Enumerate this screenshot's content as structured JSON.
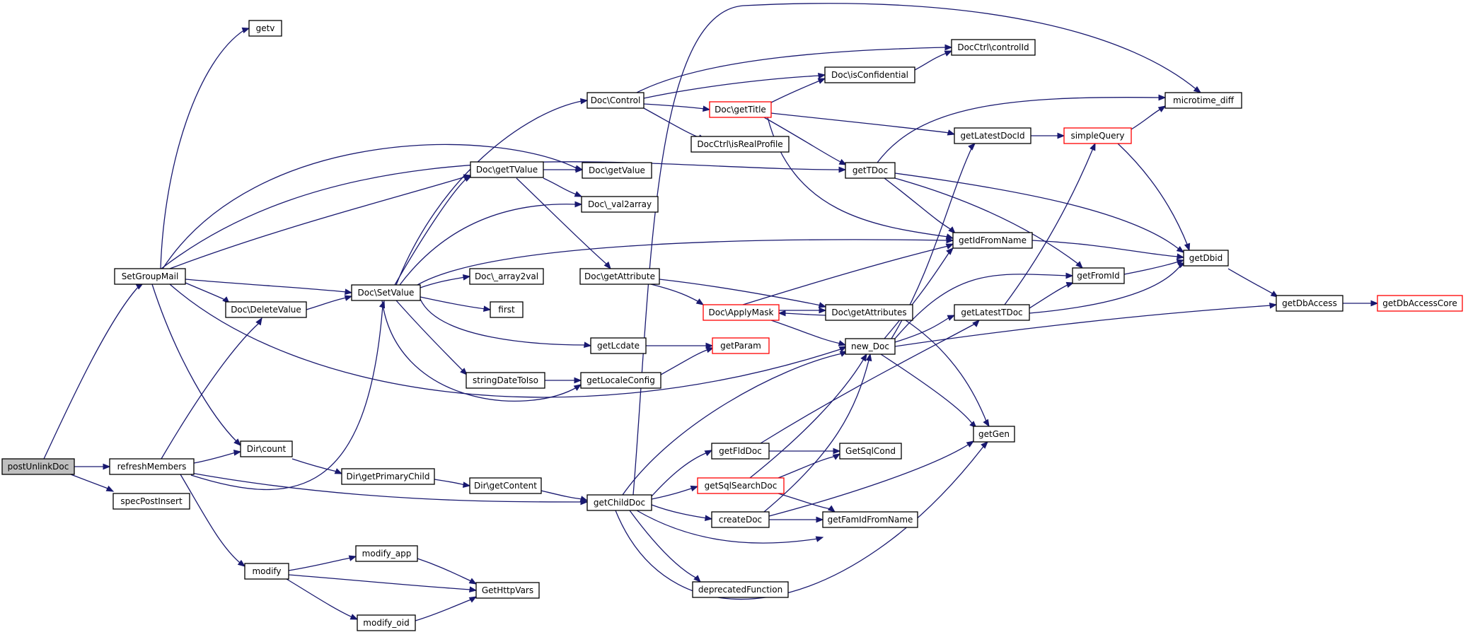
{
  "colors": {
    "edge": "#191970",
    "node_border": "#000000",
    "node_border_highlight": "#ff0000",
    "root_fill": "#bfbfbf",
    "node_fill": "#ffffff"
  },
  "nodes": [
    {
      "id": "postUnlinkDoc",
      "label": "postUnlinkDoc",
      "root": true
    },
    {
      "id": "SetGroupMail",
      "label": "SetGroupMail"
    },
    {
      "id": "refreshMembers",
      "label": "refreshMembers"
    },
    {
      "id": "specPostInsert",
      "label": "specPostInsert"
    },
    {
      "id": "getv",
      "label": "getv"
    },
    {
      "id": "DocDeleteValue",
      "label": "Doc\\DeleteValue"
    },
    {
      "id": "DirCount",
      "label": "Dir\\count"
    },
    {
      "id": "modify",
      "label": "modify"
    },
    {
      "id": "DocSetValue",
      "label": "Doc\\SetValue"
    },
    {
      "id": "DirGetPrimaryChild",
      "label": "Dir\\getPrimaryChild"
    },
    {
      "id": "modifyApp",
      "label": "modify_app"
    },
    {
      "id": "modifyOid",
      "label": "modify_oid"
    },
    {
      "id": "DocGetTValue",
      "label": "Doc\\getTValue"
    },
    {
      "id": "DocArray2val",
      "label": "Doc\\_array2val"
    },
    {
      "id": "first",
      "label": "first"
    },
    {
      "id": "stringDateToIso",
      "label": "stringDateToIso"
    },
    {
      "id": "DirGetContent",
      "label": "Dir\\getContent"
    },
    {
      "id": "GetHttpVars",
      "label": "GetHttpVars"
    },
    {
      "id": "DocControl",
      "label": "Doc\\Control"
    },
    {
      "id": "DocGetValue",
      "label": "Doc\\getValue"
    },
    {
      "id": "DocVal2array",
      "label": "Doc\\_val2array"
    },
    {
      "id": "DocGetAttribute",
      "label": "Doc\\getAttribute"
    },
    {
      "id": "getLcdate",
      "label": "getLcdate"
    },
    {
      "id": "getLocaleConfig",
      "label": "getLocaleConfig"
    },
    {
      "id": "getChildDoc",
      "label": "getChildDoc"
    },
    {
      "id": "DocGetTitle",
      "label": "Doc\\getTitle",
      "red": true
    },
    {
      "id": "DocCtrlIsRealProfile",
      "label": "DocCtrl\\isRealProfile"
    },
    {
      "id": "DocApplyMask",
      "label": "Doc\\ApplyMask",
      "red": true
    },
    {
      "id": "getParam",
      "label": "getParam",
      "red": true
    },
    {
      "id": "getFldDoc",
      "label": "getFldDoc"
    },
    {
      "id": "getSqlSearchDoc",
      "label": "getSqlSearchDoc",
      "red": true
    },
    {
      "id": "createDoc",
      "label": "createDoc"
    },
    {
      "id": "deprecatedFunction",
      "label": "deprecatedFunction"
    },
    {
      "id": "DocIsConfidential",
      "label": "Doc\\isConfidential"
    },
    {
      "id": "getTDoc",
      "label": "getTDoc"
    },
    {
      "id": "DocGetAttributes",
      "label": "Doc\\getAttributes"
    },
    {
      "id": "newDoc",
      "label": "new_Doc"
    },
    {
      "id": "GetSqlCond",
      "label": "GetSqlCond"
    },
    {
      "id": "getFamIdFromName",
      "label": "getFamIdFromName"
    },
    {
      "id": "DocCtrlControlId",
      "label": "DocCtrl\\controlId"
    },
    {
      "id": "getLatestDocId",
      "label": "getLatestDocId"
    },
    {
      "id": "getIdFromName",
      "label": "getIdFromName"
    },
    {
      "id": "getLatestTDoc",
      "label": "getLatestTDoc"
    },
    {
      "id": "getGen",
      "label": "getGen"
    },
    {
      "id": "simpleQuery",
      "label": "simpleQuery",
      "red": true
    },
    {
      "id": "getFromId",
      "label": "getFromId"
    },
    {
      "id": "microtimeDiff",
      "label": "microtime_diff"
    },
    {
      "id": "getDbid",
      "label": "getDbid"
    },
    {
      "id": "getDbAccess",
      "label": "getDbAccess"
    },
    {
      "id": "getDbAccessCore",
      "label": "getDbAccessCore",
      "red": true
    }
  ]
}
